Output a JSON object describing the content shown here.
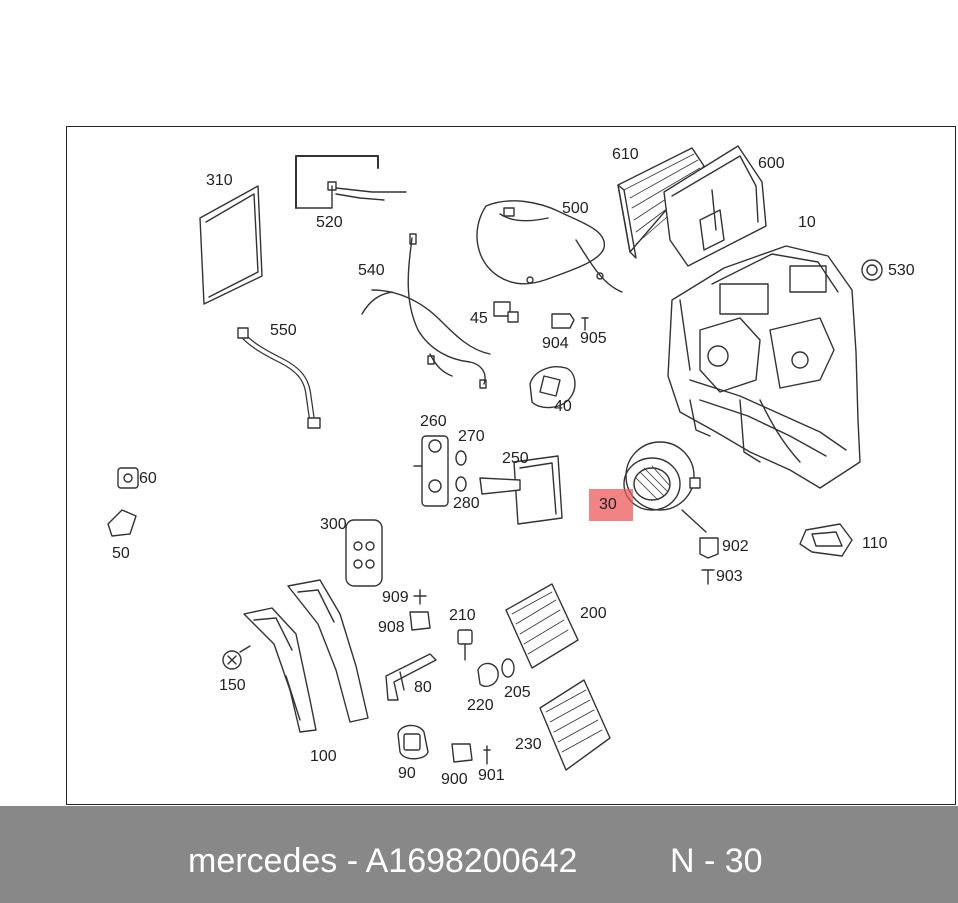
{
  "callouts": {
    "p310": "310",
    "p520": "520",
    "p610": "610",
    "p600": "600",
    "p500": "500",
    "p10": "10",
    "p530": "530",
    "p540": "540",
    "p550": "550",
    "p45": "45",
    "p904": "904",
    "p905": "905",
    "p40": "40",
    "p260": "260",
    "p270": "270",
    "p250": "250",
    "p280": "280",
    "p60": "60",
    "p50": "50",
    "p30": "30",
    "p902": "902",
    "p903": "903",
    "p110": "110",
    "p300": "300",
    "p909": "909",
    "p908": "908",
    "p210": "210",
    "p200": "200",
    "p150": "150",
    "p80": "80",
    "p220": "220",
    "p205": "205",
    "p230": "230",
    "p100": "100",
    "p90": "90",
    "p900": "900",
    "p901": "901"
  },
  "highlight": {
    "part": "30",
    "color": "#eb5a5a"
  },
  "footer": {
    "brand_part": "mercedes - A1698200642",
    "code": "N - 30"
  }
}
